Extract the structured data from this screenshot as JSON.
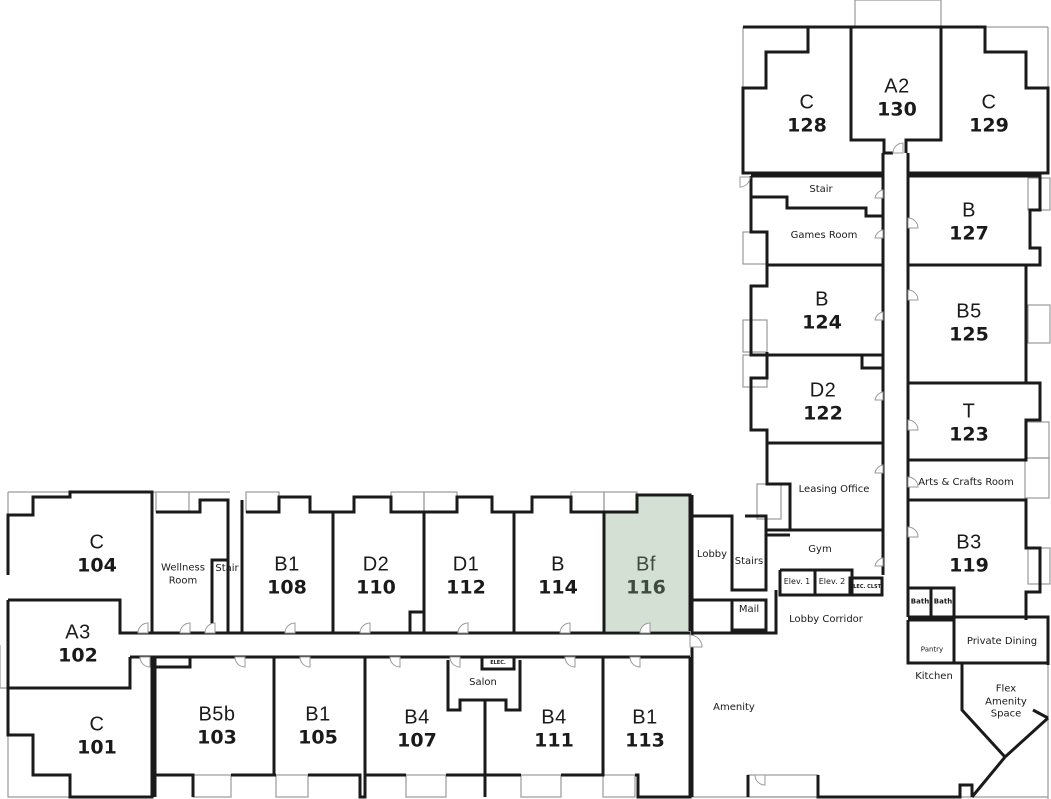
{
  "colors": {
    "wall": "#1a1a1a",
    "outline": "#9a9a9a",
    "highlight_fill": "#d4e0d4",
    "highlight_text": "#3d4a3f",
    "background": "#ffffff"
  },
  "selected_unit": "116",
  "units": [
    {
      "id": "128",
      "type": "C",
      "number": "128"
    },
    {
      "id": "130",
      "type": "A2",
      "number": "130"
    },
    {
      "id": "129",
      "type": "C",
      "number": "129"
    },
    {
      "id": "127",
      "type": "B",
      "number": "127"
    },
    {
      "id": "124",
      "type": "B",
      "number": "124"
    },
    {
      "id": "125",
      "type": "B5",
      "number": "125"
    },
    {
      "id": "122",
      "type": "D2",
      "number": "122"
    },
    {
      "id": "123",
      "type": "T",
      "number": "123"
    },
    {
      "id": "119",
      "type": "B3",
      "number": "119"
    },
    {
      "id": "104",
      "type": "C",
      "number": "104"
    },
    {
      "id": "102",
      "type": "A3",
      "number": "102"
    },
    {
      "id": "101",
      "type": "C",
      "number": "101"
    },
    {
      "id": "108",
      "type": "B1",
      "number": "108"
    },
    {
      "id": "110",
      "type": "D2",
      "number": "110"
    },
    {
      "id": "112",
      "type": "D1",
      "number": "112"
    },
    {
      "id": "114",
      "type": "B",
      "number": "114"
    },
    {
      "id": "116",
      "type": "Bf",
      "number": "116"
    },
    {
      "id": "103",
      "type": "B5b",
      "number": "103"
    },
    {
      "id": "105",
      "type": "B1",
      "number": "105"
    },
    {
      "id": "107",
      "type": "B4",
      "number": "107"
    },
    {
      "id": "111",
      "type": "B4",
      "number": "111"
    },
    {
      "id": "113",
      "type": "B1",
      "number": "113"
    }
  ],
  "rooms": {
    "stair_north": "Stair",
    "games_room": "Games Room",
    "leasing_office": "Leasing Office",
    "arts_crafts": "Arts & Crafts Room",
    "gym": "Gym",
    "lobby": "Lobby",
    "stairs": "Stairs",
    "elev1": "Elev. 1",
    "elev2": "Elev. 2",
    "elec_clst": "ELEC. CLST.",
    "mail": "Mail",
    "lobby_corridor": "Lobby Corridor",
    "bath1": "Bath",
    "bath2": "Bath",
    "pantry": "Pantry",
    "private_dining": "Private Dining",
    "kitchen": "Kitchen",
    "flex_amenity": "Flex Amenity Space",
    "wellness_room": "Wellness Room",
    "stair_west": "Stair",
    "salon": "Salon",
    "elec": "ELEC.",
    "amenity": "Amenity"
  }
}
